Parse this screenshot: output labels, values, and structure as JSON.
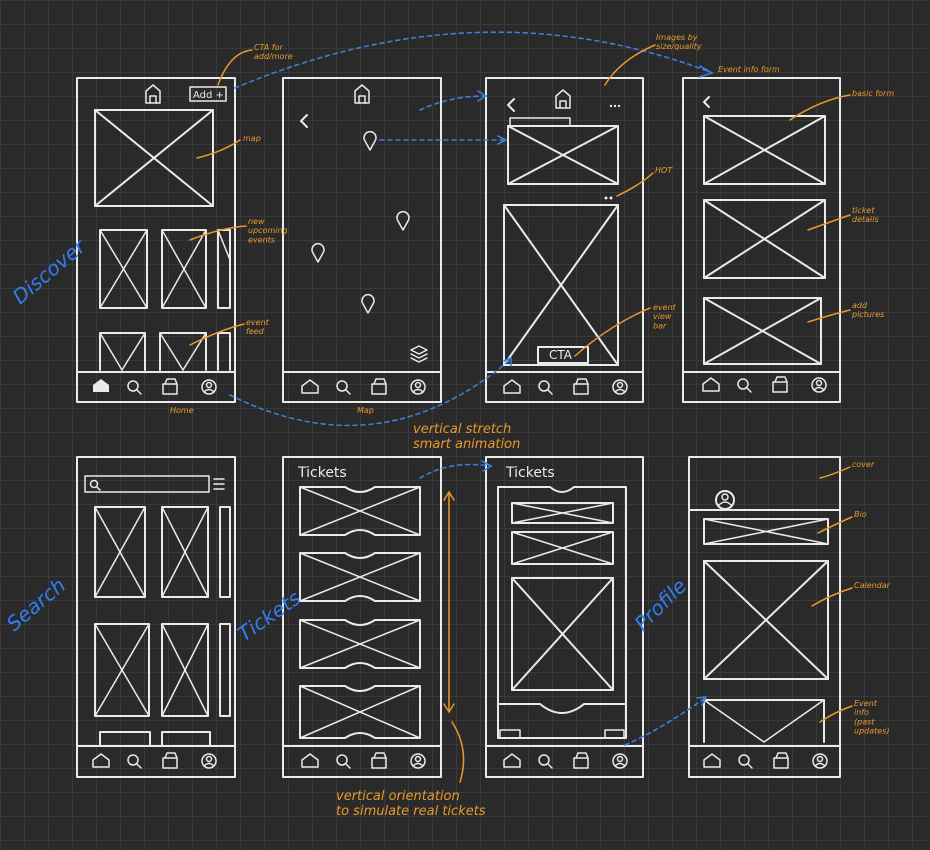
{
  "sections": {
    "discover": "Discover",
    "search": "Search",
    "tickets": "Tickets",
    "profile": "Profile"
  },
  "buttons": {
    "add": "Add +",
    "cta": "CTA"
  },
  "screen_titles": {
    "tickets_list": "Tickets",
    "tickets_detail": "Tickets"
  },
  "captions": {
    "home": "Home",
    "map": "Map"
  },
  "annotations": {
    "cta_add": "CTA for\nadd/more",
    "image_size": "Images by\nsize/quality",
    "event_info": "Event info form",
    "map": "map",
    "new_upcoming_events": "new\nupcoming\nevents",
    "event_feed": "event\nfeed",
    "hot": "HOT",
    "event_view": "event\nview\nbar",
    "basic_form": "basic form",
    "ticket_details": "ticket\ndetails",
    "add_pictures": "add\npictures",
    "vertical_stretch": "vertical stretch\nsmart animation",
    "vertical_orientation": "vertical orientation\nto simulate real tickets",
    "cover": "cover",
    "bio": "Bio",
    "calendar": "Calendar",
    "event_info_past": "Event\ninfo\n(past\nupdates)"
  },
  "colors": {
    "background": "#2a2a2a",
    "grid": "#3a3a3a",
    "ink": "#eaeaea",
    "annotation": "#e89a2c",
    "section_label": "#2f7ff0",
    "flow_arrow": "#3b7fd8"
  }
}
